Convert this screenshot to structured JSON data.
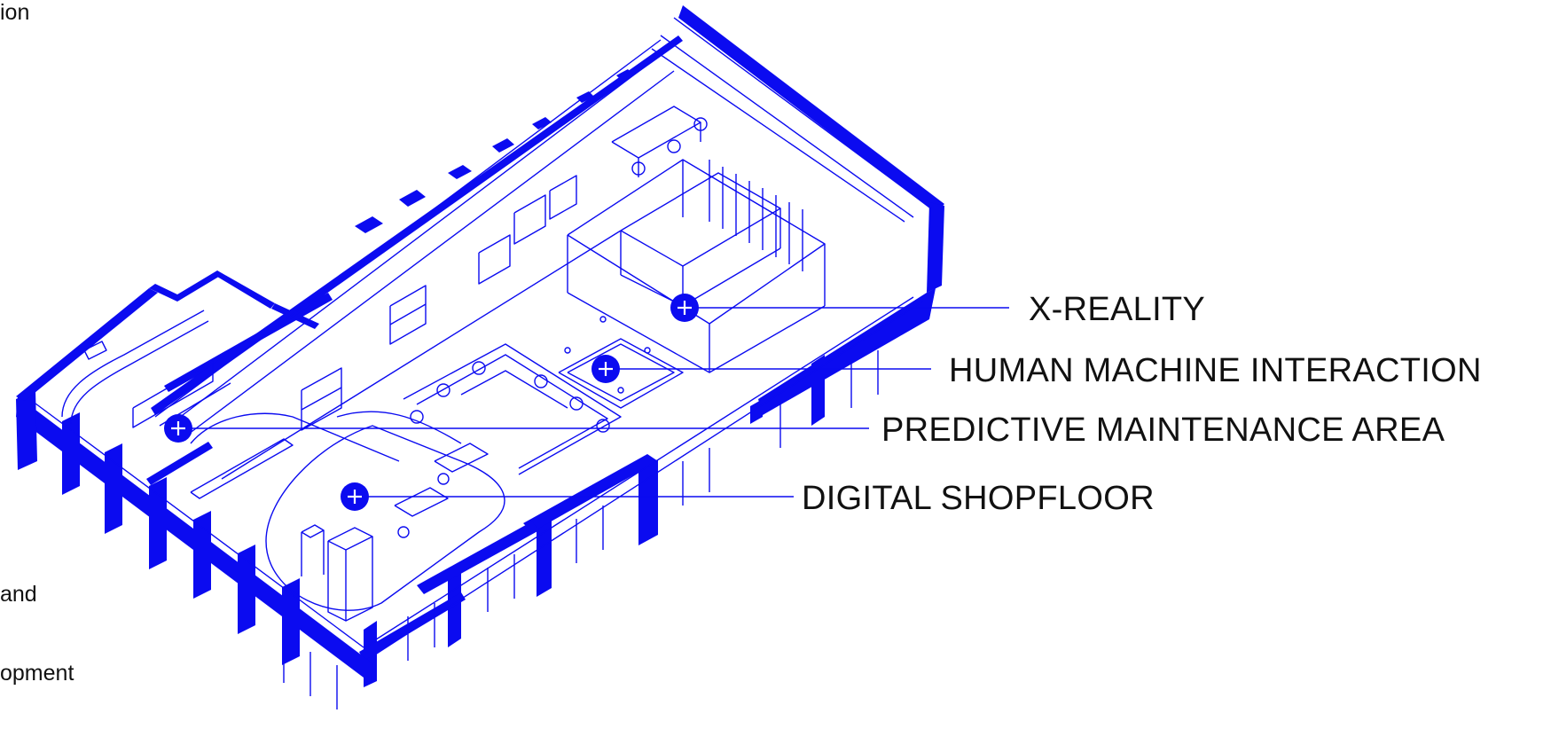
{
  "accent_color": "#0b0bf0",
  "left_text_fragments": [
    "ion",
    "and",
    "opment"
  ],
  "zones": [
    {
      "label": "X-REALITY",
      "icon": "plus-circle-icon"
    },
    {
      "label": "HUMAN MACHINE INTERACTION",
      "icon": "plus-circle-icon"
    },
    {
      "label": "PREDICTIVE MAINTENANCE AREA",
      "icon": "plus-circle-icon"
    },
    {
      "label": "DIGITAL SHOPFLOOR",
      "icon": "plus-circle-icon"
    }
  ]
}
